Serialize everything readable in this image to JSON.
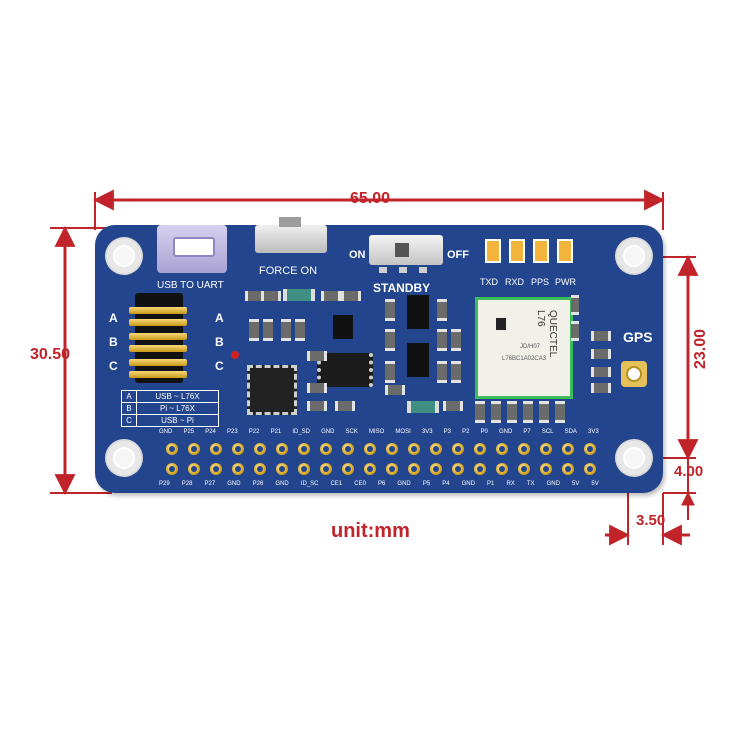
{
  "dimensions": {
    "width": "65.00",
    "height_left": "30.50",
    "height_right": "23.00",
    "offset_y": "4.00",
    "offset_x": "3.50",
    "unit": "unit:mm"
  },
  "board": {
    "usb_label": "USB TO UART",
    "force_on_label": "FORCE ON",
    "switch_on": "ON",
    "switch_off": "OFF",
    "standby_label": "STANDBY",
    "leds": [
      "TXD",
      "RXD",
      "PPS",
      "PWR"
    ],
    "gps_label": "GPS",
    "module": {
      "brand": "QUECTEL",
      "model": "L76",
      "line1": "JD/H07",
      "line2": "L76BC1A02CA3"
    },
    "jumper_letters": [
      "A",
      "B",
      "C"
    ],
    "jumper_table": [
      {
        "key": "A",
        "value": "USB ~ L76X"
      },
      {
        "key": "B",
        "value": "Pi ~ L76X"
      },
      {
        "key": "C",
        "value": "USB ~ Pi"
      }
    ],
    "top_pins": [
      "GND",
      "P25",
      "P24",
      "P23",
      "P22",
      "P21",
      "ID_SD",
      "GND",
      "SCK",
      "MISO",
      "MOSI",
      "3V3",
      "P3",
      "P2",
      "P0",
      "GND",
      "P7",
      "SCL",
      "SDA",
      "3V3"
    ],
    "bottom_pins": [
      "P29",
      "P28",
      "P27",
      "GND",
      "P26",
      "GND",
      "ID_SC",
      "CE1",
      "CE0",
      "P6",
      "GND",
      "P5",
      "P4",
      "GND",
      "P1",
      "RX",
      "TX",
      "GND",
      "5V",
      "5V"
    ]
  }
}
